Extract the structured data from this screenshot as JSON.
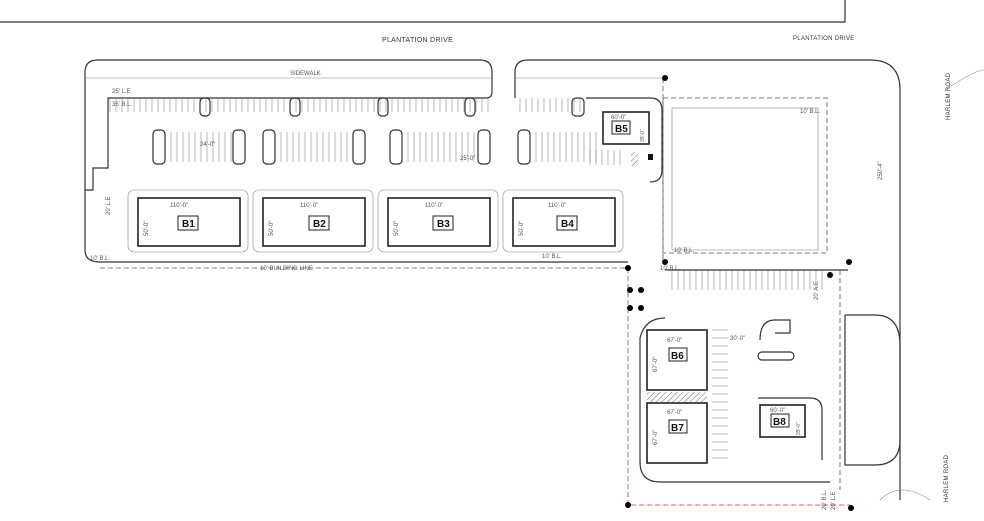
{
  "roads": {
    "plantation_main": "PLANTATION DRIVE",
    "plantation_corner": "PLANTATION DRIVE",
    "harlem_upper": "HARLEM ROAD",
    "harlem_lower": "HARLEM ROAD"
  },
  "buildings": [
    {
      "name": "B1",
      "width_dim": "110'-0\"",
      "depth_dim": "50'-0\""
    },
    {
      "name": "B2",
      "width_dim": "110'-0\"",
      "depth_dim": "50'-0\""
    },
    {
      "name": "B3",
      "width_dim": "110'-0\"",
      "depth_dim": "50'-0\""
    },
    {
      "name": "B4",
      "width_dim": "110'-0\"",
      "depth_dim": "50'-0\""
    },
    {
      "name": "B5",
      "width_dim": "60'-0\"",
      "depth_dim": "35'-0\""
    },
    {
      "name": "B6",
      "width_dim": "67'-0\"",
      "depth_dim": "67'-0\""
    },
    {
      "name": "B7",
      "width_dim": "67'-0\"",
      "depth_dim": "67'-0\""
    },
    {
      "name": "B8",
      "width_dim": "60'-0\"",
      "depth_dim": "35'-0\""
    }
  ],
  "setbacks": {
    "le_25": "25' L.E",
    "bl_35": "35' B.L.",
    "bl_10_a": "10' B.L.",
    "bl_10_b": "10' B.L.",
    "bl_10_c": "10' B.L.",
    "bl_10_d": "10' B.L.",
    "bl_10_e": "10' B.L.",
    "le_20_left": "20' L.E",
    "ae_20": "20' A.E",
    "bl_20_bottom": "20' B.L.",
    "le_20_bottom": "20' L.E"
  },
  "dimensions": {
    "aisle_24": "24'-0\"",
    "aisle_25": "25'-0\"",
    "aisle_30": "30'-0\"",
    "frontage": "250'-4\""
  },
  "notes": {
    "sidewalk": "SIDEWALK",
    "building_line": "10' BUILDING LINE"
  },
  "colors": {
    "line": "#333333",
    "property_line": "#cc3344"
  }
}
